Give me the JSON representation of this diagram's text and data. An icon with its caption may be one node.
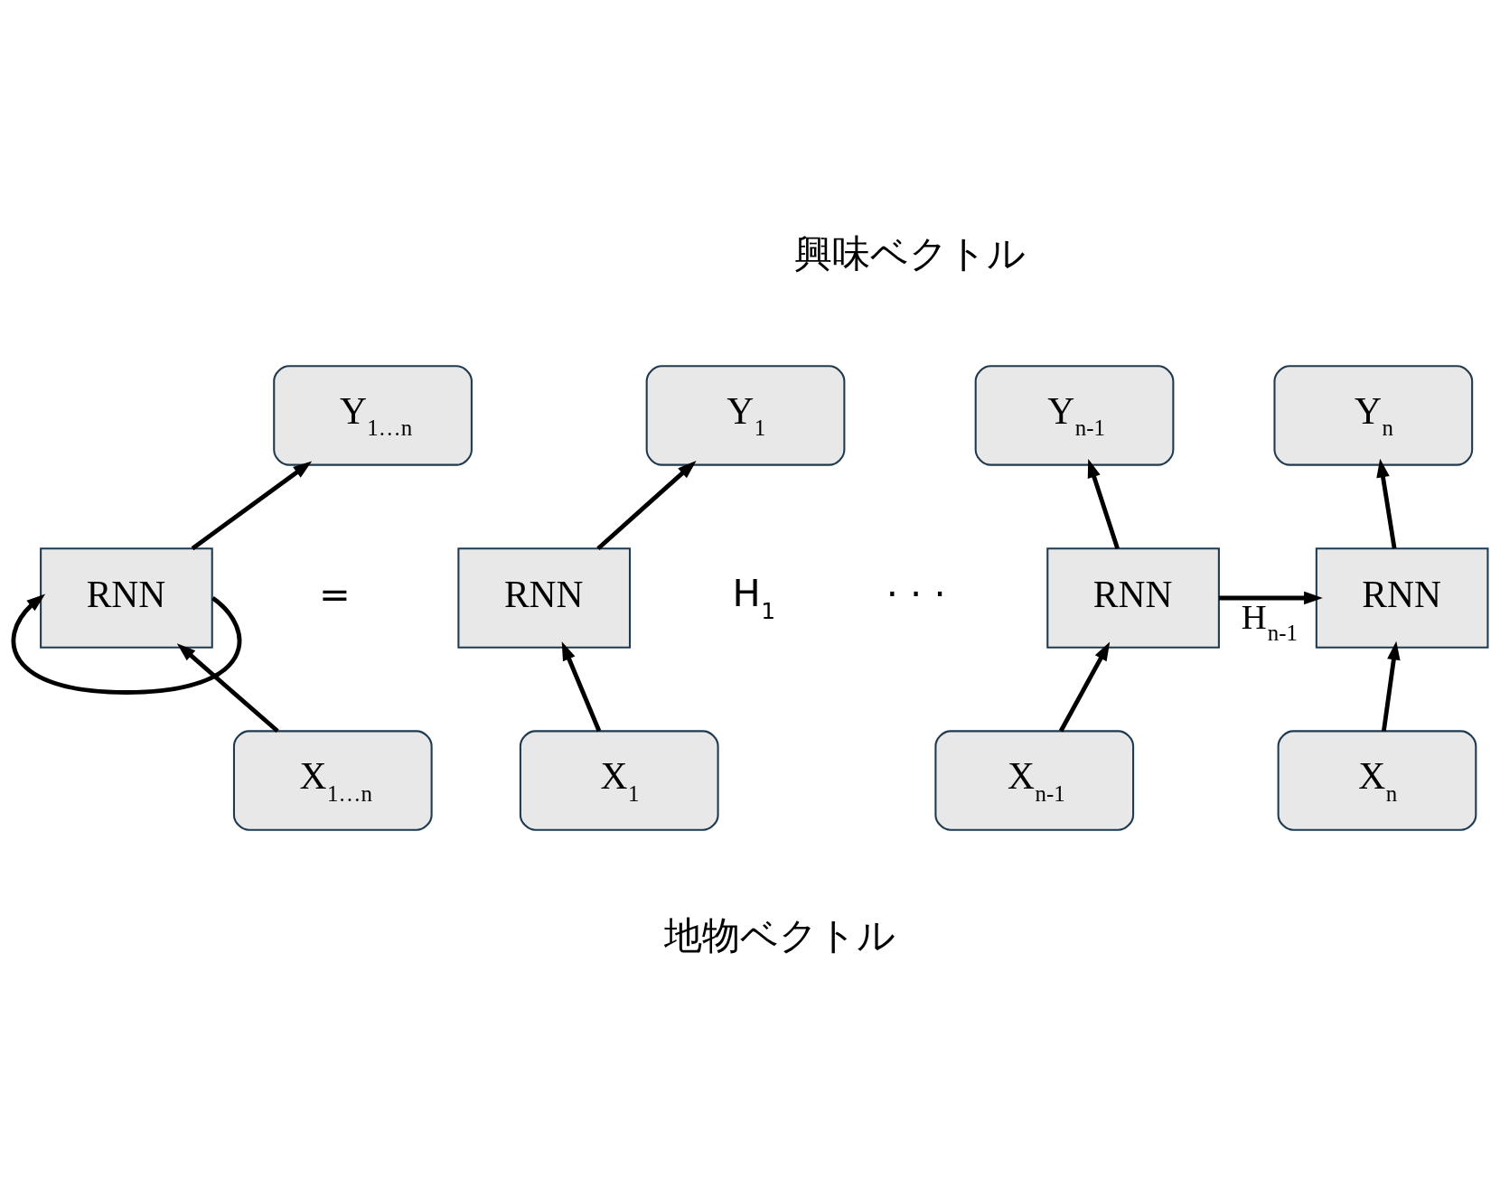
{
  "diagram": {
    "nodes": [
      {
        "text": [
          "Y$_{1…n}$"
        ]
      },
      {
        "text": [
          "RNN"
        ]
      },
      {
        "text": [
          "X$_{1…n}$"
        ]
      },
      {
        "text": [
          "Y$_{1}$"
        ]
      },
      {
        "text": [
          "RNN"
        ]
      },
      {
        "text": [
          "X$_{1}$"
        ]
      },
      {
        "text": [
          "Y$_{n-1}$"
        ]
      },
      {
        "text": [
          "RNN"
        ]
      },
      {
        "text": [
          "X$_{n-1}$"
        ]
      },
      {
        "text": [
          "Y$_{n}$"
        ]
      },
      {
        "text": [
          "RNN"
        ]
      },
      {
        "text": [
          "X$_{n}$"
        ]
      }
    ],
    "edges": [
      {
        "from": 2,
        "to": 1,
        "arrow": "to"
      },
      {
        "from": 1,
        "to": 0,
        "arrow": "to"
      },
      {
        "from": 1,
        "to": 1,
        "arrow": "to"
      },
      {
        "from": 5,
        "to": 4,
        "arrow": "to"
      },
      {
        "from": 4,
        "to": 3,
        "arrow": "to"
      },
      {
        "from": 8,
        "to": 7,
        "arrow": "to"
      },
      {
        "from": 7,
        "to": 6,
        "arrow": "to"
      },
      {
        "from": 7,
        "to": 10,
        "arrow": "to",
        "label": "H$_{n-1}$"
      },
      {
        "from": 11,
        "to": 10,
        "arrow": "to"
      },
      {
        "from": 10,
        "to": 9,
        "arrow": "to"
      }
    ],
    "labels": [
      "興味ベクトル",
      "=",
      "H$_{1}$",
      "· · ·",
      "地物ベクトル"
    ]
  }
}
